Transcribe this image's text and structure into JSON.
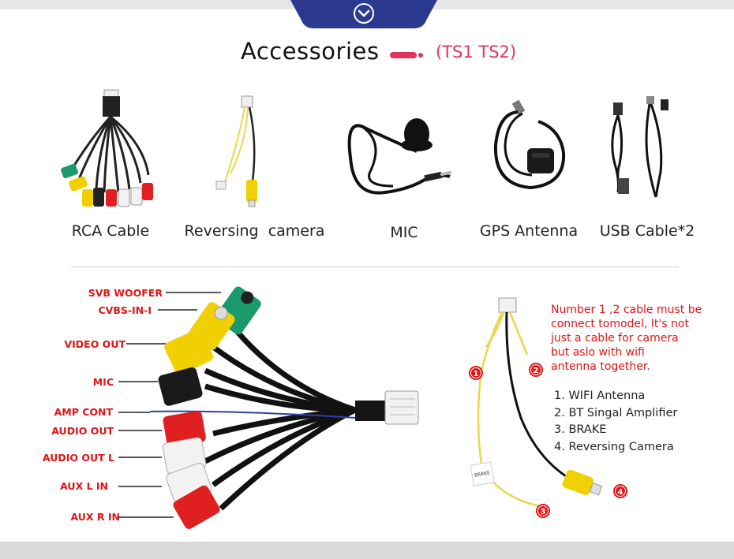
{
  "header": {
    "title": "Accessories",
    "subtitle": "(TS1 TS2)",
    "accent_color": "#e2345b",
    "tab_color": "#2b3a8f",
    "tab_icon": "chevron-down-icon"
  },
  "accessories": [
    {
      "label": "RCA Cable",
      "icon": "rca-cable-icon"
    },
    {
      "label": "Reversing  camera",
      "icon": "reversing-camera-cable-icon"
    },
    {
      "label": "MIC",
      "icon": "microphone-icon"
    },
    {
      "label": "GPS Antenna",
      "icon": "gps-antenna-icon"
    },
    {
      "label": "USB Cable*2",
      "icon": "usb-cable-icon"
    }
  ],
  "rca_pins": [
    "SVB WOOFER",
    "CVBS-IN-I",
    "VIDEO OUT",
    "MIC",
    "AMP CONT",
    "AUDIO OUT",
    "AUDIO OUT L",
    "AUX L IN",
    "AUX R IN"
  ],
  "camera_cable": {
    "note_lines": [
      "Number 1 ,2 cable must be",
      "connect tomodel, It's not",
      "just a cable for camera",
      "but aslo with wifi",
      "antenna together."
    ],
    "functions": [
      "1. WIFI Antenna",
      "2. BT Singal Amplifier",
      "3. BRAKE",
      "4. Reversing Camera"
    ],
    "markers": [
      "1",
      "2",
      "3",
      "4"
    ],
    "tag_text": "BRAKE",
    "label_color": "#e01515"
  }
}
